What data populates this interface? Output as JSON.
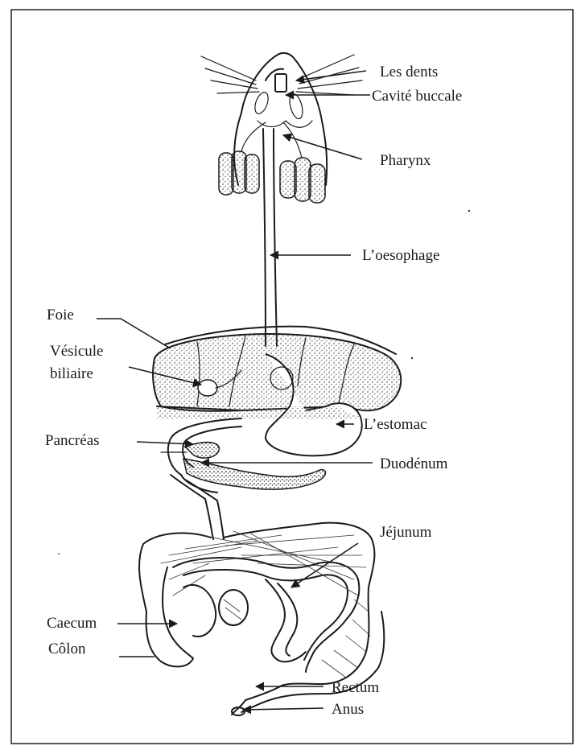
{
  "labels": {
    "dents": "Les dents",
    "cavite_buccale": "Cavité buccale",
    "pharynx": "Pharynx",
    "oesophage": "L’oesophage",
    "foie": "Foie",
    "vesicule_line1": "Vésicule",
    "vesicule_line2": "biliaire",
    "estomac": "L’estomac",
    "pancreas": "Pancréas",
    "duodenum": "Duodénum",
    "jejunum": "Jéjunum",
    "caecum": "Caecum",
    "colon": "Côlon",
    "rectum": "Rectum",
    "anus": "Anus"
  },
  "colors": {
    "ink": "#1a1a1a",
    "background": "#ffffff",
    "stipple": "#444444"
  }
}
